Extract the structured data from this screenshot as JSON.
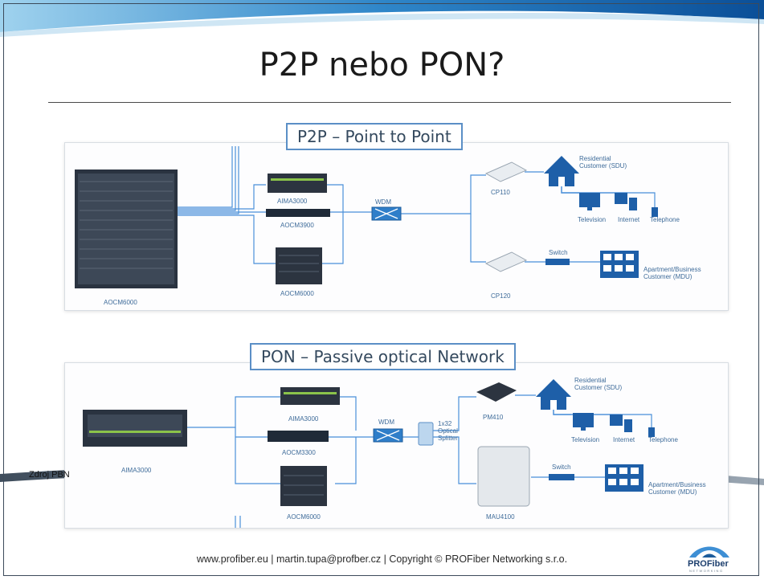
{
  "slide": {
    "title": "P2P nebo PON?"
  },
  "p2p": {
    "callout": "P2P – Point to Point",
    "labels": {
      "aocm6000_main": "AOCM6000",
      "aima3000": "AIMA3000",
      "aocm3900": "AOCM3900",
      "aocm6000_small": "AOCM6000",
      "wdm": "WDM",
      "cp110": "CP110",
      "cp120": "CP120",
      "residential": "Residential",
      "residential2": "Customer (SDU)",
      "television": "Television",
      "internet": "Internet",
      "telephone": "Telephone",
      "switch": "Switch",
      "apartment": "Apartment/Business",
      "apartment2": "Customer (MDU)"
    }
  },
  "pon": {
    "callout": "PON – Passive optical Network",
    "labels": {
      "aima3000_main": "AIMA3000",
      "aima3000": "AIMA3000",
      "aocm3300": "AOCM3300",
      "aocm6000": "AOCM6000",
      "wdm": "WDM",
      "splitter1": "1x32",
      "splitter2": "Optical",
      "splitter3": "Splitter",
      "pm410": "PM410",
      "mau4100": "MAU4100",
      "residential": "Residential",
      "residential2": "Customer (SDU)",
      "television": "Television",
      "internet": "Internet",
      "telephone": "Telephone",
      "switch": "Switch",
      "apartment": "Apartment/Business",
      "apartment2": "Customer (MDU)"
    }
  },
  "source_note": "Zdroj PBN",
  "footer": "www.profiber.eu  |  martin.tupa@profber.cz  | Copyright © PROFiber Networking s.r.o.",
  "logo": {
    "brand": "PROFiber",
    "sub": "NETWORKING"
  },
  "colors": {
    "line": "#4a90d9",
    "accent": "#5b8fc6",
    "dark": "#1f2a38",
    "house": "#1e5fa8"
  }
}
